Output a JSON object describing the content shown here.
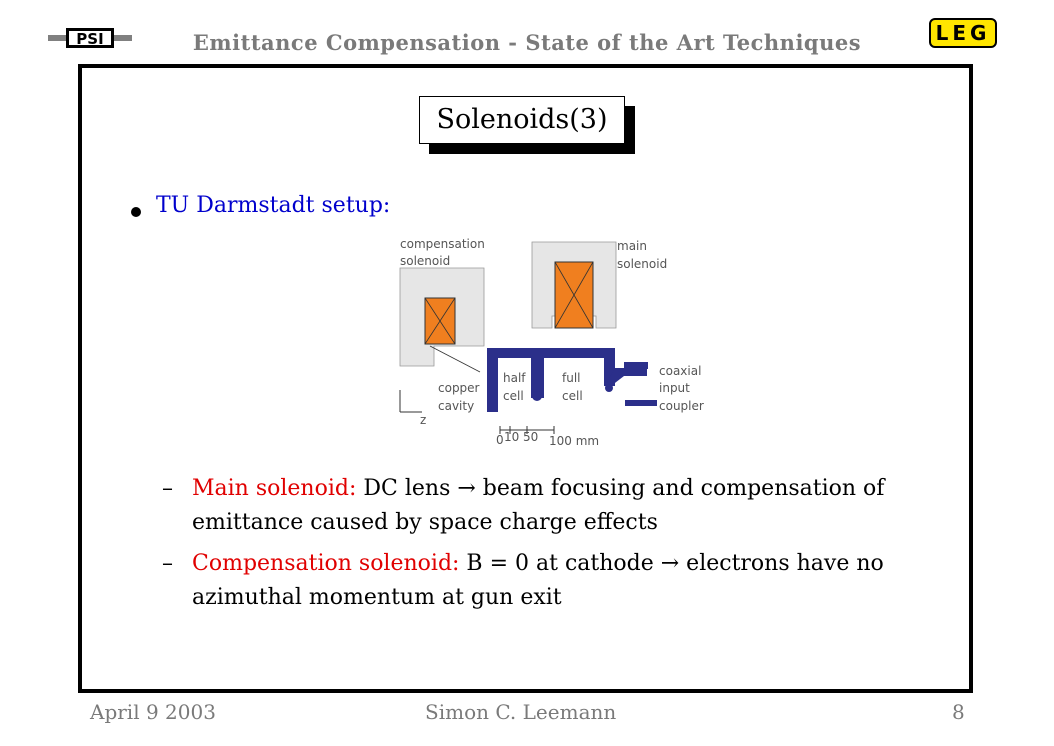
{
  "header": {
    "title": "Emittance Compensation - State of the Art Techniques",
    "logo_left": "PSI",
    "logo_right": "LEG"
  },
  "slide": {
    "title": "Solenoids(3)",
    "bullet": "TU Darmstadt setup:",
    "diagram_labels": {
      "comp_line1": "compensation",
      "comp_line2": "solenoid",
      "main_line1": "main",
      "main_line2": "solenoid",
      "copper_line1": "copper",
      "copper_line2": "cavity",
      "half_line1": "half",
      "half_line2": "cell",
      "full_line1": "full",
      "full_line2": "cell",
      "coax_line1": "coaxial",
      "coax_line2": "input",
      "coax_line3": "coupler",
      "scale_0": "0",
      "scale_10": "10",
      "scale_50": "50",
      "scale_100": "100 mm",
      "axis_z": "z"
    },
    "subitems": [
      {
        "dash": "–",
        "highlight": "Main solenoid:",
        "line1": " DC lens → beam focusing and compensation of",
        "line2": "emittance caused by space charge effects"
      },
      {
        "dash": "–",
        "highlight": "Compensation solenoid:",
        "line1": " B = 0 at cathode → electrons have no",
        "line2": "azimuthal momentum at gun exit"
      }
    ]
  },
  "footer": {
    "date": "April 9 2003",
    "author": "Simon C. Leemann",
    "page": "8"
  }
}
